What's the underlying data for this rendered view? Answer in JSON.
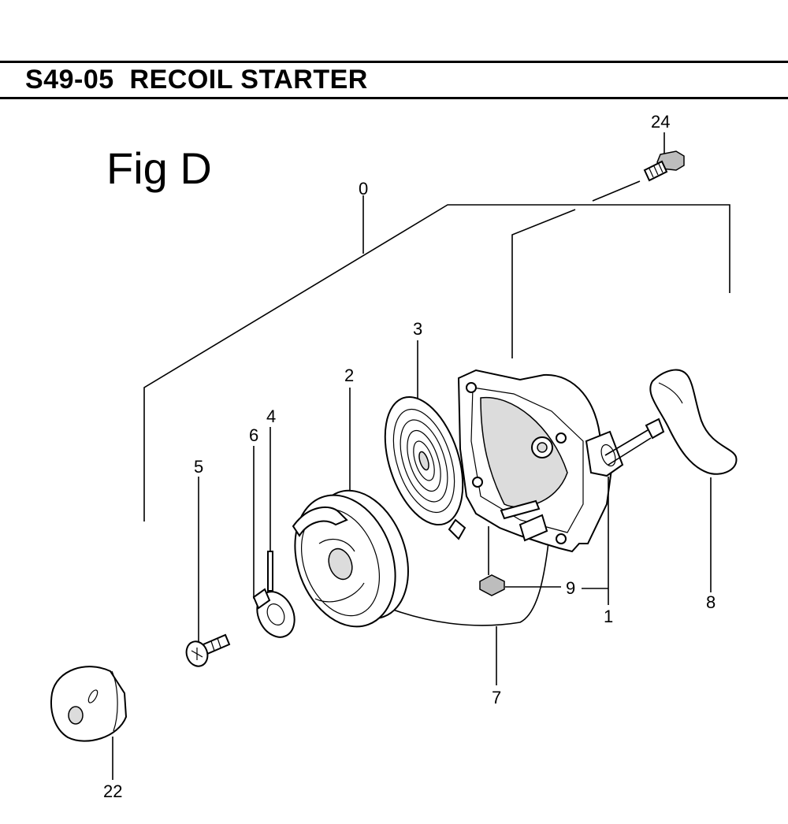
{
  "header": {
    "title": "S49-05  RECOIL STARTER",
    "figure_label": "Fig D"
  },
  "callouts": {
    "c0": "0",
    "c1": "1",
    "c2": "2",
    "c3": "3",
    "c4": "4",
    "c5": "5",
    "c6": "6",
    "c7": "7",
    "c8": "8",
    "c9": "9",
    "c22": "22",
    "c24": "24"
  }
}
